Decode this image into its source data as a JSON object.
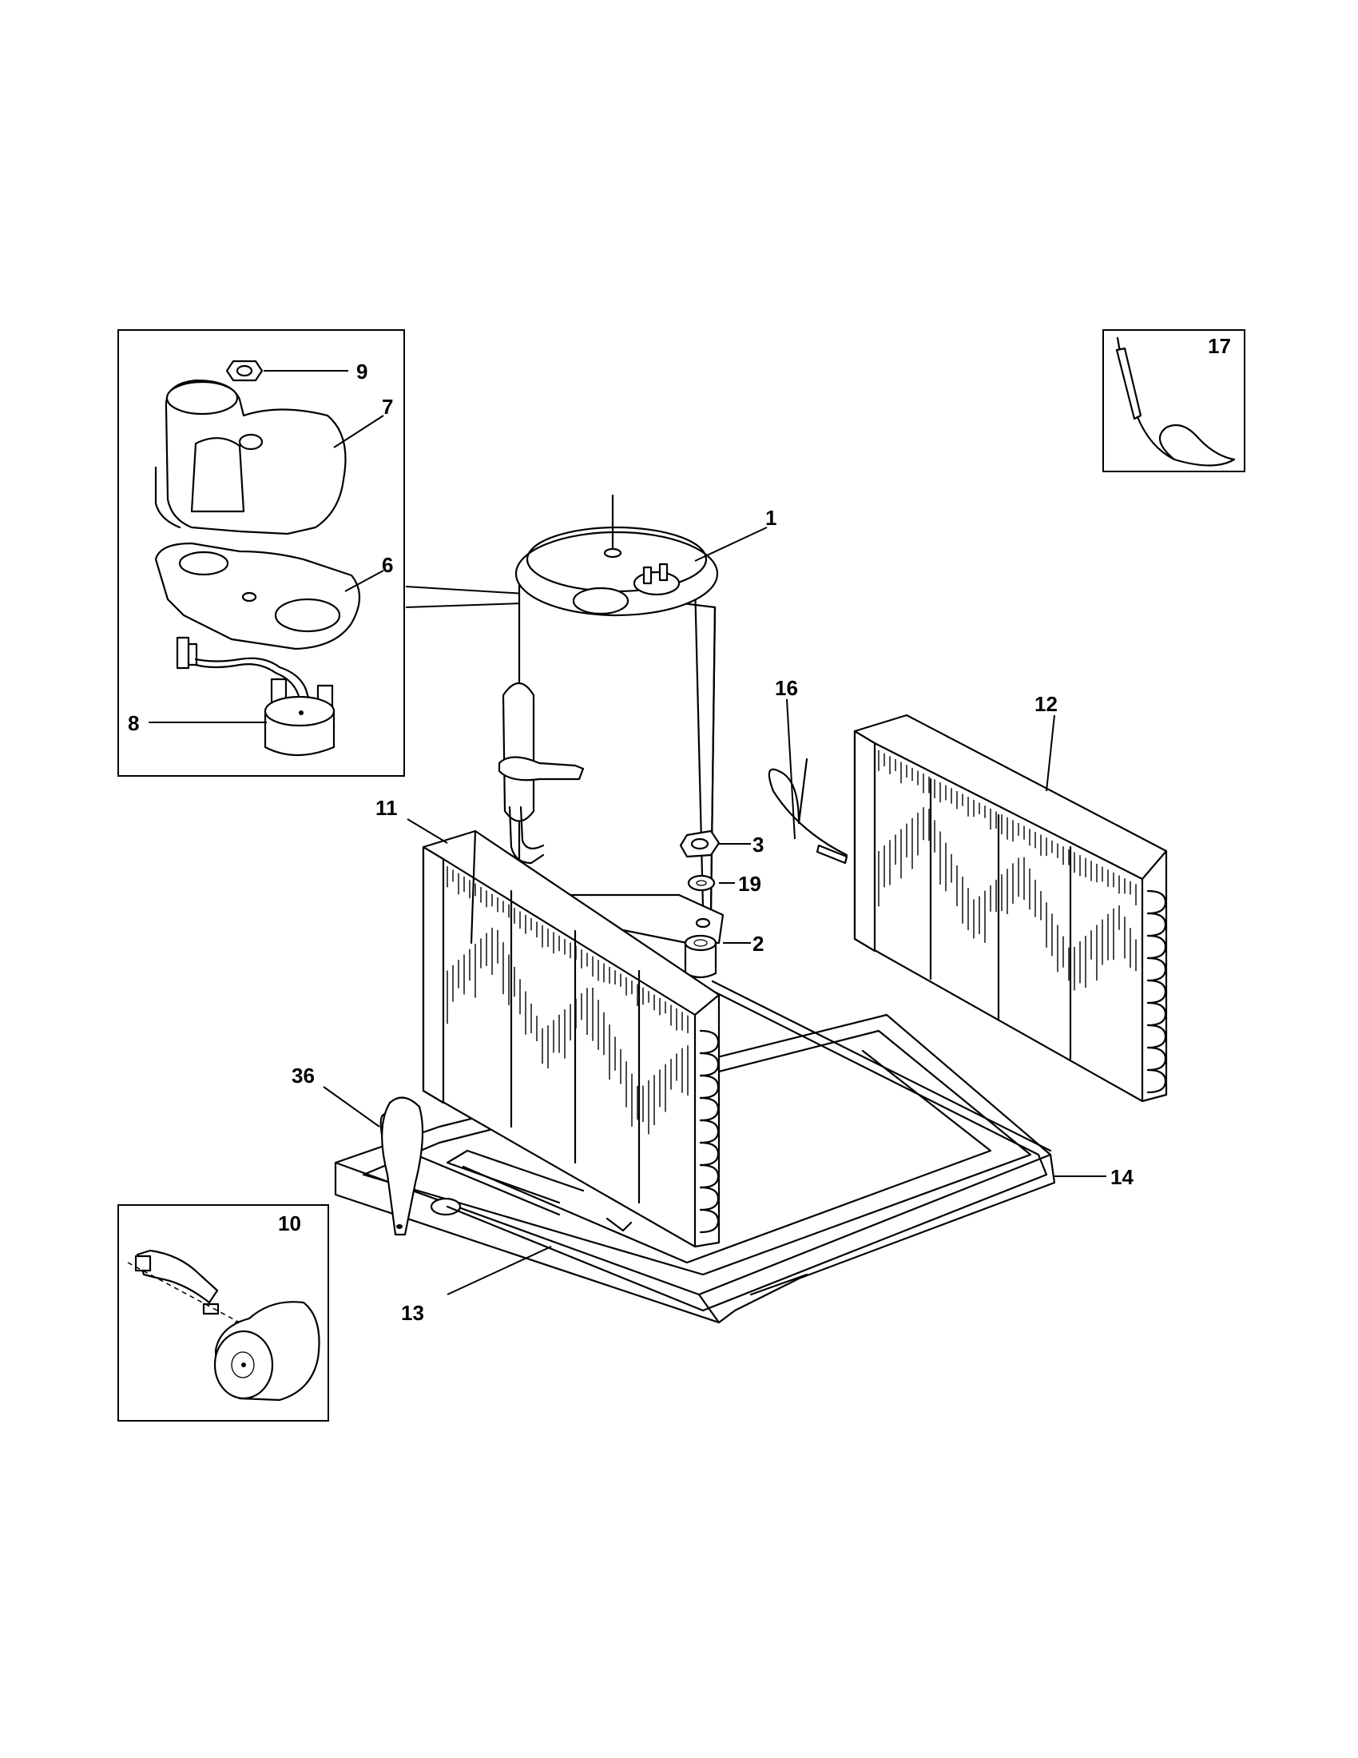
{
  "callouts": {
    "c1": "1",
    "c2": "2",
    "c3": "3",
    "c6": "6",
    "c7": "7",
    "c8": "8",
    "c9": "9",
    "c10": "10",
    "c11": "11",
    "c12": "12",
    "c13": "13",
    "c14": "14",
    "c16": "16",
    "c17": "17",
    "c19": "19",
    "c36": "36"
  }
}
